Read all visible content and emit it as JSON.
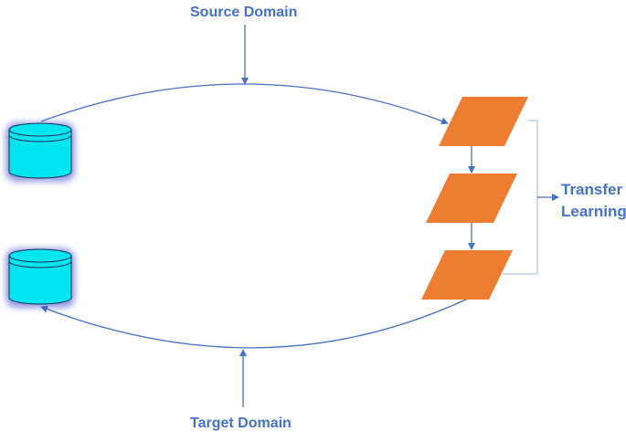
{
  "labels": {
    "source_domain": "Source Domain",
    "target_domain": "Target Domain",
    "transfer_line1": "Transfer",
    "transfer_line2": "Learning"
  },
  "colors": {
    "connector": "#4472c4",
    "database_fill": "#00e5ee",
    "database_glow": "#3a4bc8",
    "layer_fill": "#ed7d31",
    "bracket": "#b4c7e7"
  },
  "nodes": {
    "databases": [
      "source-database",
      "target-database"
    ],
    "layers": [
      "layer-1",
      "layer-2",
      "layer-3"
    ]
  }
}
